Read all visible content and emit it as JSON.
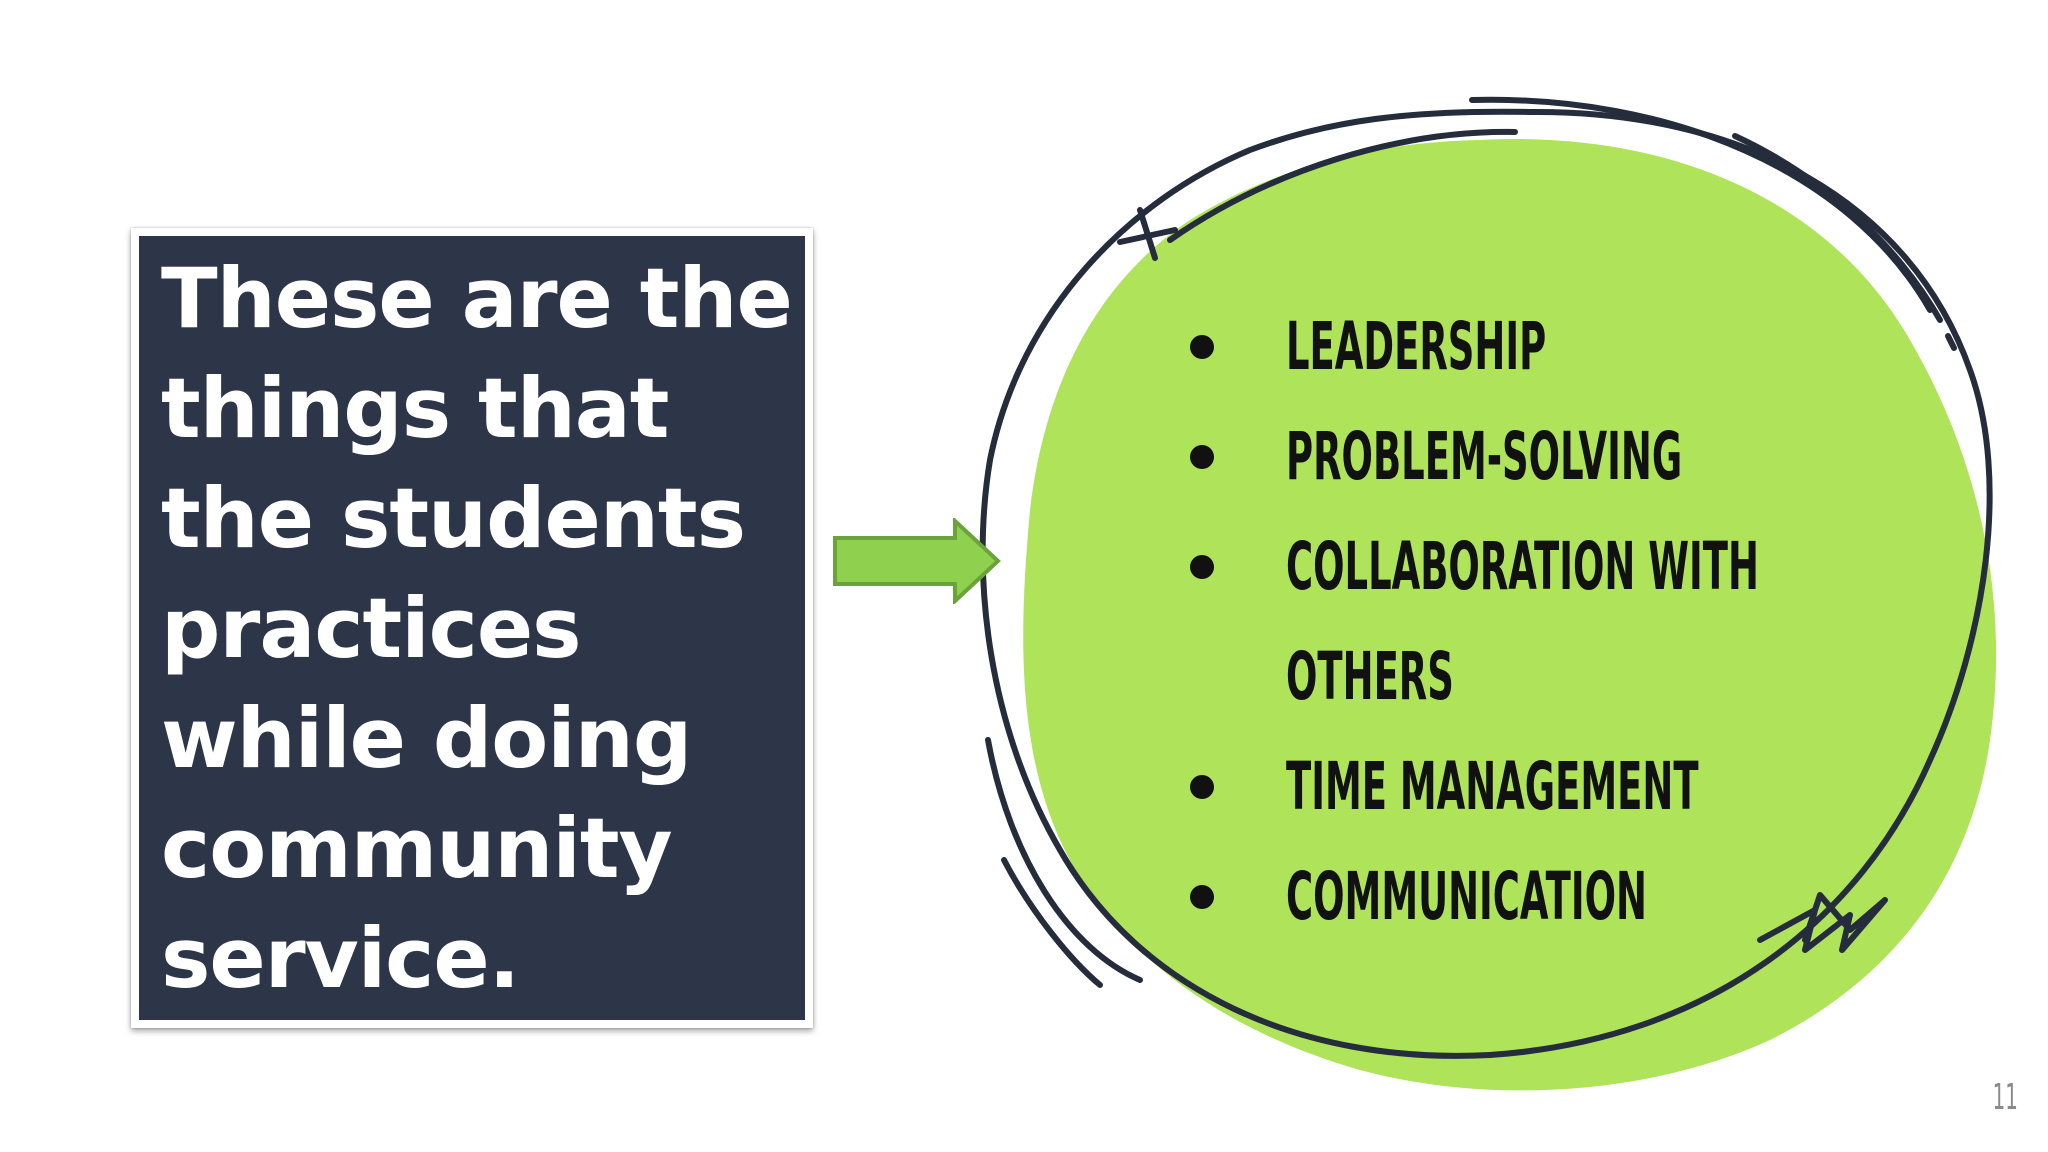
{
  "slide": {
    "intro_text": "These are the things that the students practices while doing community service.",
    "skills": [
      "Leadership",
      "Problem-solving",
      "Collaboration with others",
      "Time management",
      "Communication"
    ],
    "page_number": "11"
  },
  "colors": {
    "panel_background": "#2d3648",
    "blob_green": "#afe35a",
    "arrow_fill": "#8fd14f",
    "arrow_stroke": "#6aa33a",
    "circle_stroke": "#252c3b"
  },
  "icons": {
    "arrow": "right-arrow-icon",
    "bullet": "bullet-dot-icon"
  }
}
